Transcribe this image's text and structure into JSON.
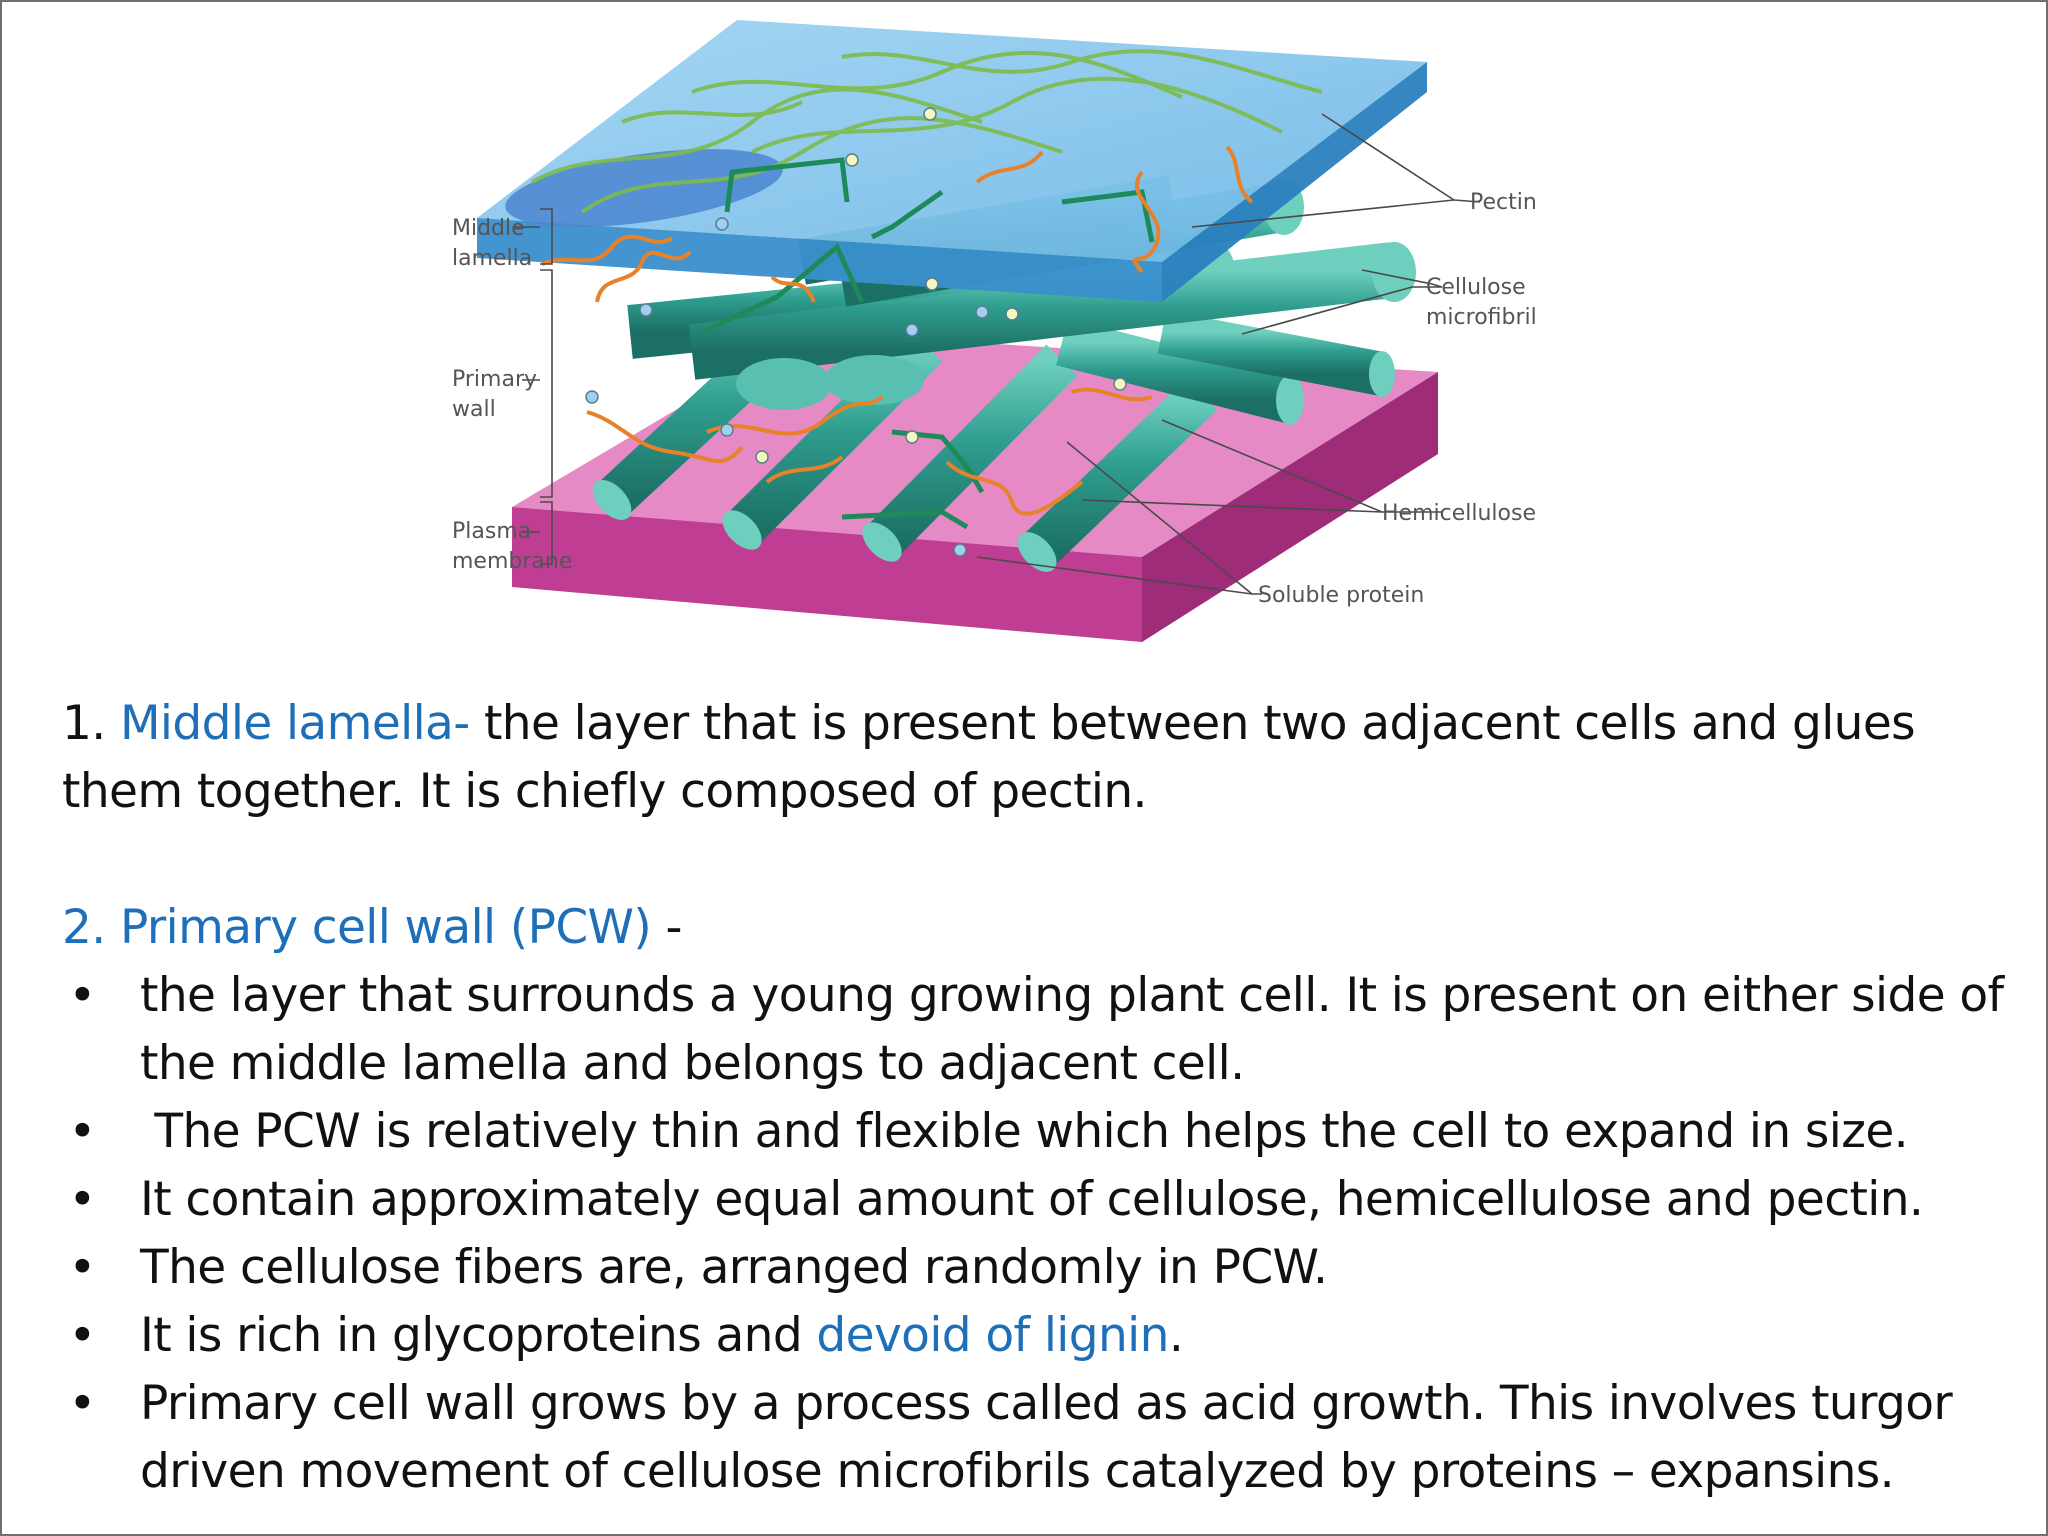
{
  "diagram": {
    "labels": {
      "middle_lamella_1": "Middle",
      "middle_lamella_2": "lamella",
      "primary_wall_1": "Primary",
      "primary_wall_2": "wall",
      "plasma_membrane_1": "Plasma",
      "plasma_membrane_2": "membrane",
      "pectin": "Pectin",
      "cellulose_1": "Cellulose",
      "cellulose_2": "microfibril",
      "hemicellulose": "Hemicellulose",
      "soluble_protein": "Soluble protein"
    },
    "colors": {
      "lamella": "#3a9fd9",
      "membrane": "#c8449b",
      "cellulose": "#2f9e8f",
      "pectin": "#7dbb4a",
      "hemicellulose": "#e8822a",
      "protein": "#9fd0f0"
    }
  },
  "section1": {
    "number": "1. ",
    "term": "Middle lamella-",
    "text": " the layer that is present between two adjacent cells and glues them together. It is chiefly composed of pectin."
  },
  "section2": {
    "heading": "2. Primary cell wall (PCW)",
    "heading_suffix": " -",
    "bullet_symbol": "•",
    "bullets": [
      "the layer that surrounds a young growing plant cell. It is present on either side of the middle lamella and belongs to adjacent cell.",
      " The PCW is relatively thin and flexible which helps the cell to expand in size.",
      "It contain approximately equal amount of cellulose, hemicellulose and pectin.",
      "The cellulose fibers are, arranged randomly in PCW.",
      "It is rich in glycoproteins and ",
      "Primary cell wall grows by  a process called as acid growth. This involves turgor driven movement of cellulose microfibrils catalyzed by proteins – expansins."
    ],
    "bullet5_highlight": "devoid of lignin",
    "bullet5_end": "."
  }
}
